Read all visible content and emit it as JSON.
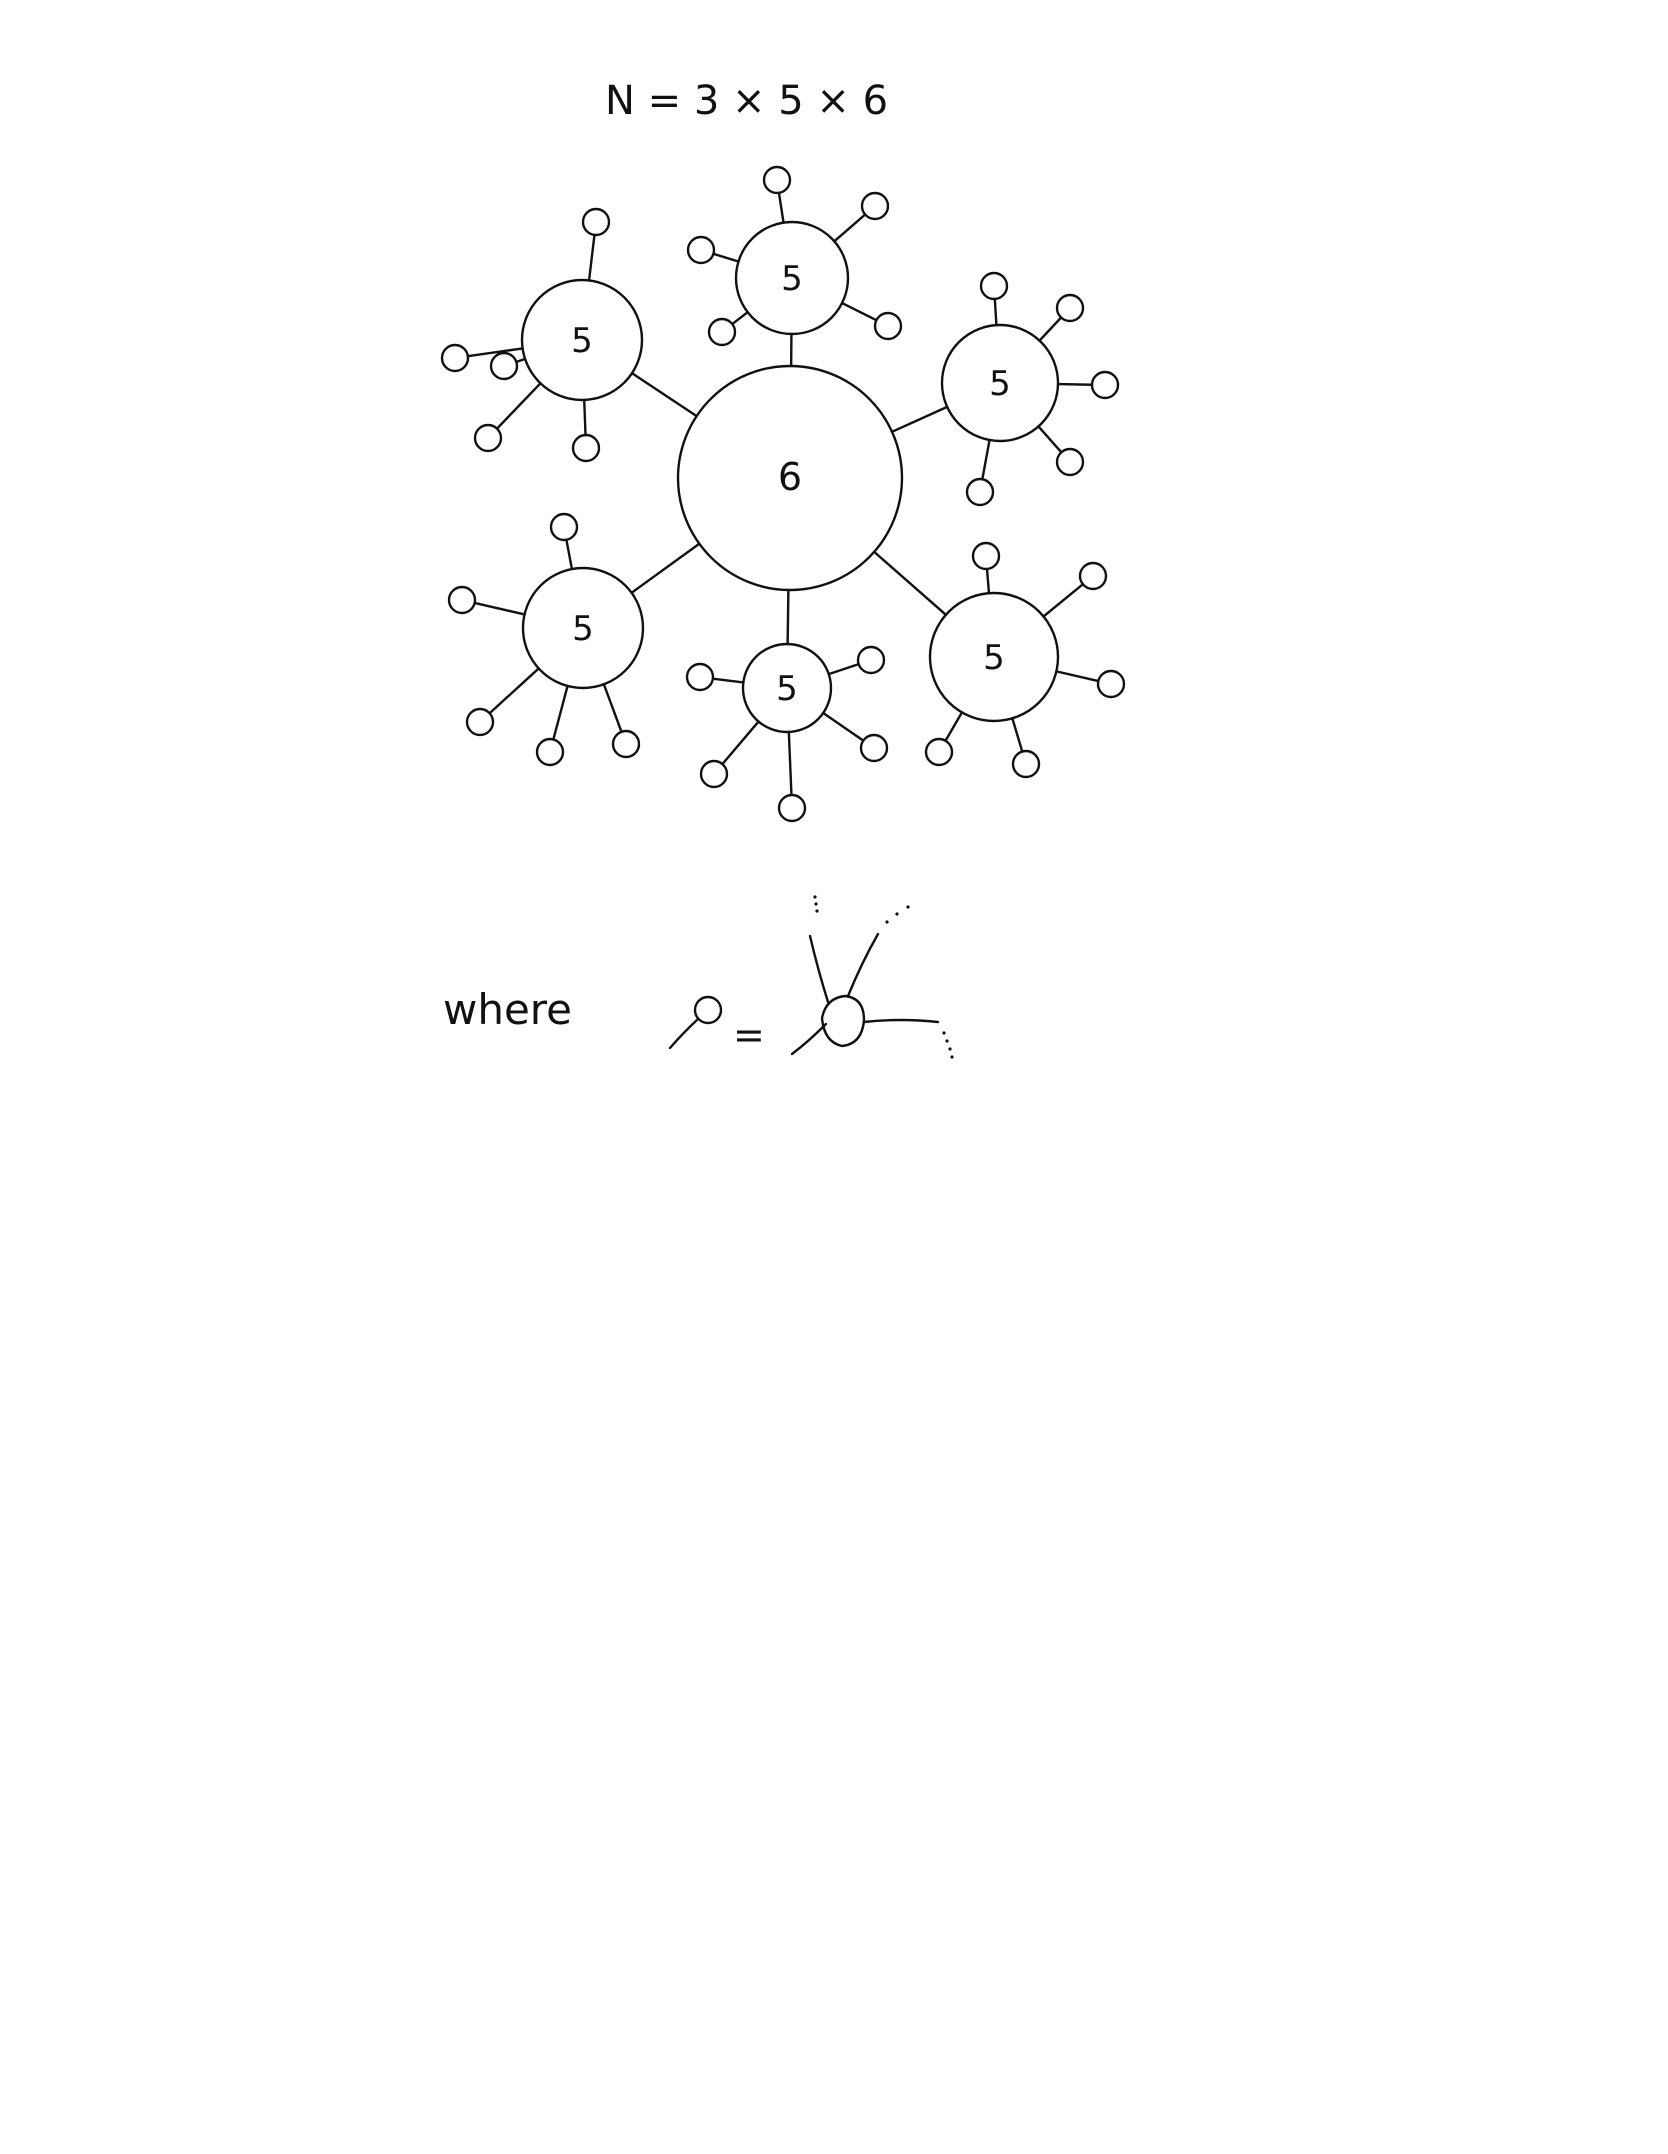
{
  "diagram": {
    "formula": "N = 3 × 5 × 6",
    "center_node": {
      "label": "6"
    },
    "satellite_nodes": [
      {
        "label": "5"
      },
      {
        "label": "5"
      },
      {
        "label": "5"
      },
      {
        "label": "5"
      },
      {
        "label": "5"
      },
      {
        "label": "5"
      }
    ],
    "legend": {
      "word": "where",
      "equals": "="
    }
  }
}
